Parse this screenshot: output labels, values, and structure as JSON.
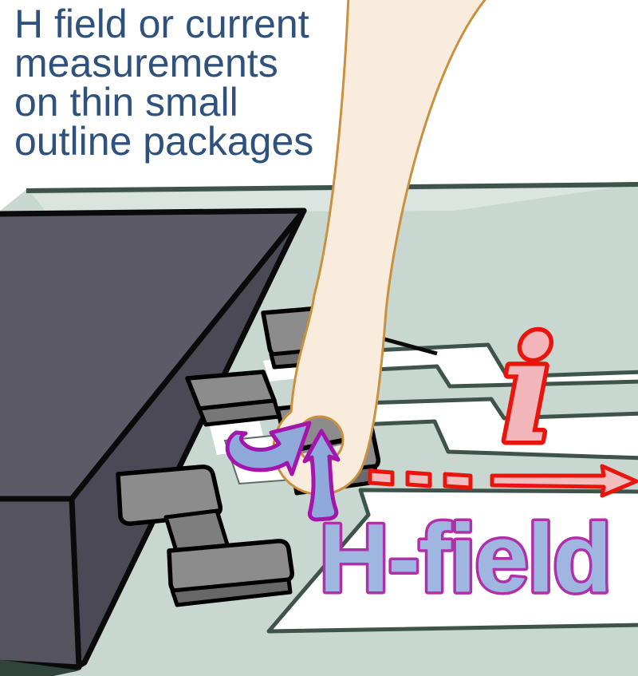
{
  "title": {
    "lines": [
      "H field or current",
      "measurements",
      "on thin small",
      "outline packages"
    ],
    "color": "#2E517E"
  },
  "labels": {
    "current": "i",
    "current_fill": "#F2B6BA",
    "current_outline": "#E9150D",
    "h_field": "H-field",
    "h_field_fill": "#9FB6E0",
    "h_field_outline": "#B12FA8"
  },
  "icons": {
    "current_arrow": {
      "name": "dashed-current-direction-arrow",
      "fill": "#F3BDC0",
      "outline": "#E9150D"
    },
    "h_field_arrows": {
      "name": "h-field-curl-arrows",
      "fill": "#8FA9DB",
      "outline": "#A315AB"
    }
  },
  "scene": {
    "background": "#FFFFFF",
    "pcb_color": "#C9D7D1",
    "pcb_highlight": "#DCE7E1",
    "pcb_edge_color": "#3E5349",
    "trace_gap_color": "#FFFFFF",
    "package_top_color": "#5B5A66",
    "package_front_color": "#55545F",
    "package_side_color": "#4A4955",
    "lead_color": "#8C8C8C",
    "lead_shadow_color": "#6B6B6B",
    "probe_fill": "#FAECDD",
    "probe_outline": "#C9913F"
  }
}
